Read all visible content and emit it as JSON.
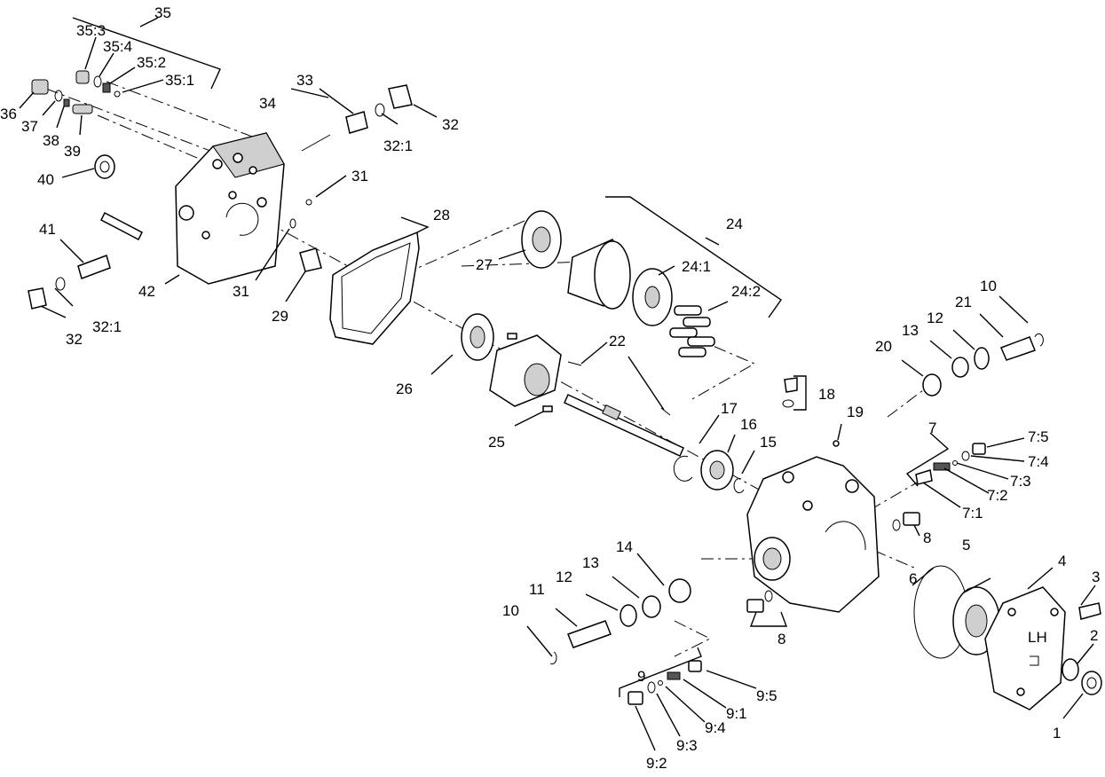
{
  "labels": {
    "l35": "35",
    "l35_3": "35:3",
    "l35_4": "35:4",
    "l35_2": "35:2",
    "l35_1": "35:1",
    "l36": "36",
    "l37": "37",
    "l38": "38",
    "l39": "39",
    "l40": "40",
    "l41": "41",
    "l42": "42",
    "l32a": "32",
    "l32_1a": "32:1",
    "l32b": "32",
    "l32_1b": "32:1",
    "l33": "33",
    "l34": "34",
    "l31a": "31",
    "l31b": "31",
    "l29": "29",
    "l28": "28",
    "l27": "27",
    "l26": "26",
    "l25": "25",
    "l24": "24",
    "l24_1": "24:1",
    "l24_2": "24:2",
    "l22": "22",
    "l17": "17",
    "l16": "16",
    "l15": "15",
    "l18": "18",
    "l19": "19",
    "l20": "20",
    "l13a": "13",
    "l12a": "12",
    "l21": "21",
    "l10a": "10",
    "l7": "7",
    "l7_5": "7:5",
    "l7_4": "7:4",
    "l7_3": "7:3",
    "l7_2": "7:2",
    "l7_1": "7:1",
    "l8a": "8",
    "l8b": "8",
    "l6": "6",
    "l5": "5",
    "l4": "4",
    "l3": "3",
    "l2": "2",
    "l1": "1",
    "l14": "14",
    "l13b": "13",
    "l12b": "12",
    "l11": "11",
    "l10b": "10",
    "l9": "9",
    "l9_5": "9:5",
    "l9_1": "9:1",
    "l9_4": "9:4",
    "l9_3": "9:3",
    "l9_2": "9:2",
    "plate_lh": "LH"
  }
}
